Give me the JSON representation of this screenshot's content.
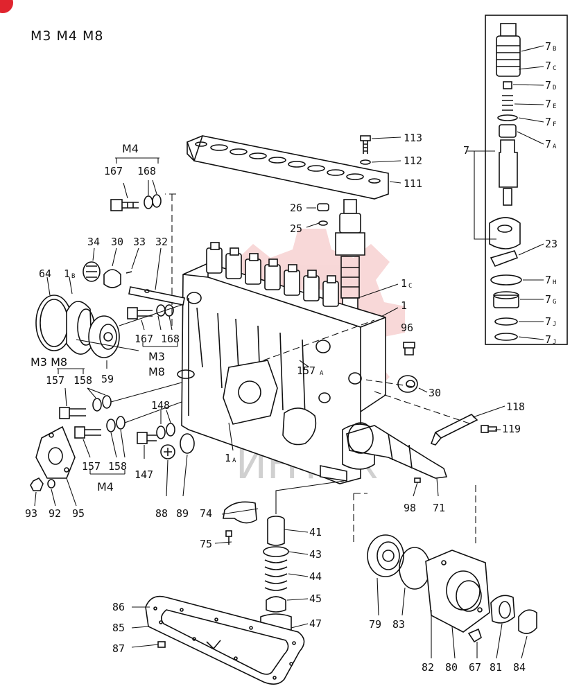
{
  "models_header": "M3  M4 M8",
  "watermark_text": "ИНТЕХ",
  "group_labels": {
    "m4_top": "M4",
    "m3_mid": "M3",
    "m8_mid": "M8",
    "m3m8_left": "M3 M8",
    "m4_bottom": "M4"
  },
  "callouts": {
    "c7b": "7",
    "c7c": "7",
    "c7d": "7",
    "c7e": "7",
    "c7f": "7",
    "c7a": "7",
    "c7h": "7",
    "c7g": "7",
    "c7j1": "7",
    "c7j2": "7",
    "c7": "7",
    "c23": "23",
    "c113": "113",
    "c112": "112",
    "c111": "111",
    "c26": "26",
    "c25": "25",
    "c1c": "1",
    "c1": "1",
    "c96": "96",
    "c30r": "30",
    "c118": "118",
    "c119": "119",
    "c98": "98",
    "c71": "71",
    "c167a": "167",
    "c168a": "168",
    "c34": "34",
    "c30": "30",
    "c33": "33",
    "c32": "32",
    "c64": "64",
    "c1b": "1",
    "c59": "59",
    "c167b": "167",
    "c168b": "168",
    "c157a": "157",
    "c158a": "158",
    "c157b": "157",
    "c158b": "158",
    "c148": "148",
    "c147": "147",
    "c88": "88",
    "c89": "89",
    "c157c": "157",
    "c1a": "1",
    "c93": "93",
    "c92": "92",
    "c95": "95",
    "c74": "74",
    "c75": "75",
    "c41": "41",
    "c43": "43",
    "c44": "44",
    "c45": "45",
    "c47": "47",
    "c86": "86",
    "c85": "85",
    "c87": "87",
    "c79": "79",
    "c83": "83",
    "c82": "82",
    "c80": "80",
    "c67": "67",
    "c81": "81",
    "c84": "84"
  },
  "suffixes": {
    "s7b": "B",
    "s7c": "C",
    "s7d": "D",
    "s7e": "E",
    "s7f": "F",
    "s7a": "A",
    "s7h": "H",
    "s7g": "G",
    "s7j1": "J",
    "s7j2": "J",
    "s1c": "C",
    "s1b": "B",
    "s1a": "A",
    "s157c": "A"
  },
  "colors": {
    "ink": "#111111",
    "logo_red": "#f2b8b8",
    "corner_red": "#e0242e"
  }
}
